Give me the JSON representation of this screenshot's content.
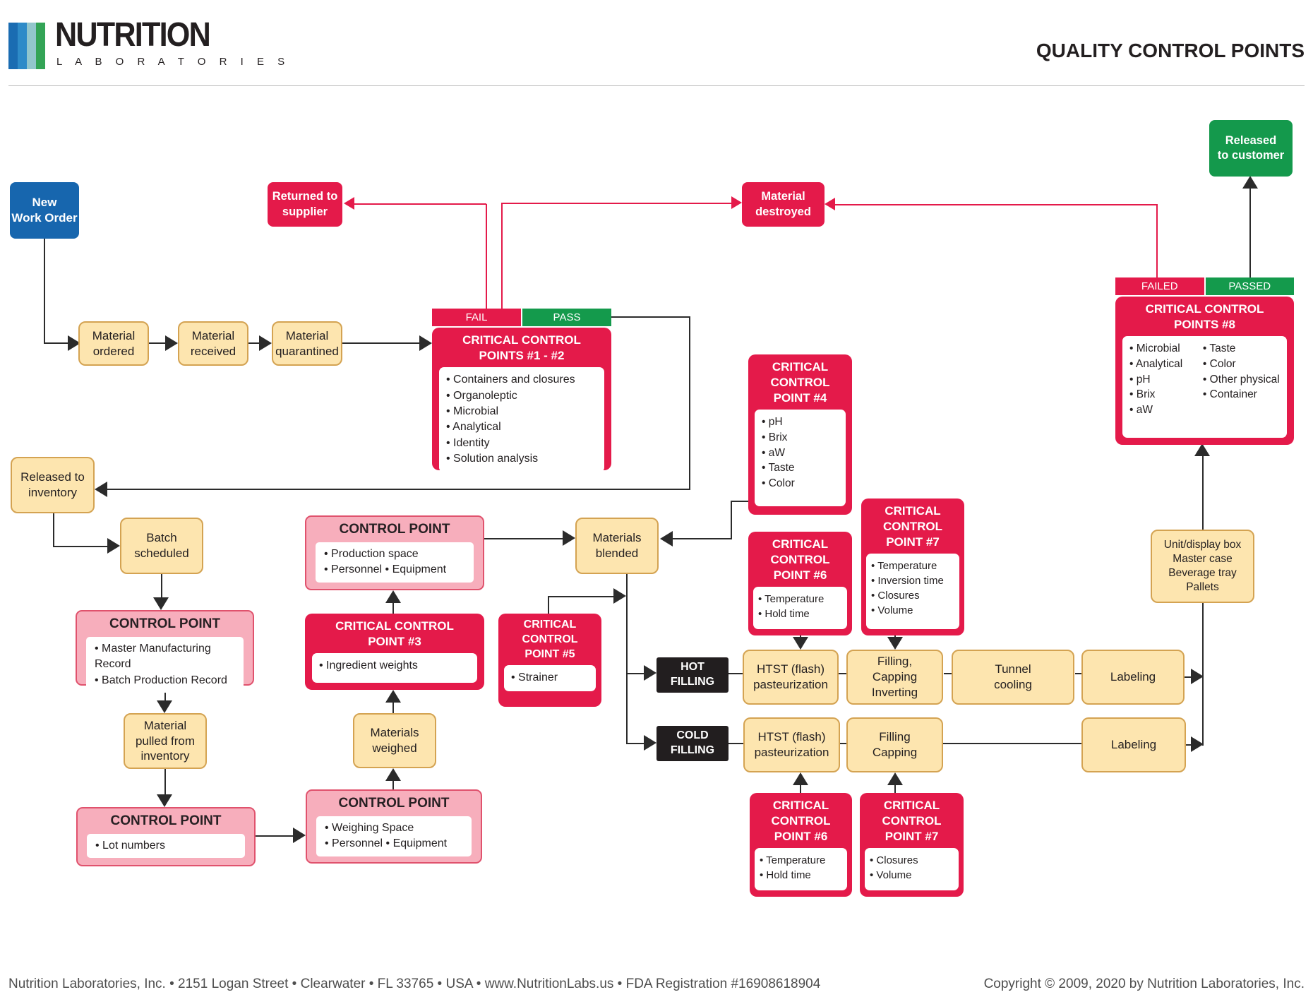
{
  "header": {
    "brand_name": "NUTRITION",
    "brand_sub": "L A B O R A T O R I E S",
    "title": "QUALITY CONTROL POINTS",
    "logo_bar_colors": [
      "#1a6cb2",
      "#2e8bc8",
      "#92c6cc",
      "#33a456"
    ]
  },
  "footer": {
    "left": "Nutrition Laboratories, Inc. • 2151 Logan Street • Clearwater • FL 33765 • USA • www.NutritionLabs.us • FDA Registration #16908618904",
    "right": "Copyright © 2009, 2020 by Nutrition Laboratories, Inc."
  },
  "colors": {
    "crimson": "#e41a4a",
    "green": "#14994c",
    "blue": "#1766ae",
    "tan_fill": "#fde5af",
    "tan_border": "#d4a352",
    "pink_fill": "#f7aebc",
    "pink_border": "#e0526d",
    "black_box": "#221e1f",
    "line": "#2b2b2b"
  },
  "nodes": {
    "new_work_order": {
      "label": "New\nWork Order"
    },
    "returned_to_supplier": {
      "label": "Returned to\nsupplier"
    },
    "material_destroyed": {
      "label": "Material\ndestroyed"
    },
    "released_to_customer": {
      "label": "Released\nto customer"
    },
    "material_ordered": {
      "label": "Material\nordered"
    },
    "material_received": {
      "label": "Material\nreceived"
    },
    "material_quarantined": {
      "label": "Material\nquarantined"
    },
    "ccp12": {
      "fail": "FAIL",
      "pass": "PASS",
      "title": "CRITICAL CONTROL\nPOINTS #1 - #2",
      "items": [
        "Containers and closures",
        "Organoleptic",
        "Microbial",
        "Analytical",
        "Identity",
        "Solution analysis"
      ]
    },
    "ccp8": {
      "failed": "FAILED",
      "passed": "PASSED",
      "title": "CRITICAL CONTROL\nPOINTS #8",
      "items_left": [
        "Microbial",
        "Analytical",
        "pH",
        "Brix",
        "aW"
      ],
      "items_right": [
        "Taste",
        "Color",
        "Other physical",
        "Container"
      ]
    },
    "released_to_inventory": {
      "label": "Released to\ninventory"
    },
    "batch_scheduled": {
      "label": "Batch\nscheduled"
    },
    "cp_manufacturing": {
      "title": "CONTROL POINT",
      "items": [
        "Master Manufacturing Record",
        "Batch Production Record"
      ]
    },
    "material_pulled": {
      "label": "Material\npulled from\ninventory"
    },
    "cp_lot": {
      "title": "CONTROL POINT",
      "items": [
        "Lot numbers"
      ]
    },
    "cp_weighing": {
      "title": "CONTROL POINT",
      "items": [
        "Weighing Space",
        "Personnel • Equipment"
      ]
    },
    "materials_weighed": {
      "label": "Materials\nweighed"
    },
    "ccp3": {
      "title": "CRITICAL CONTROL\nPOINT #3",
      "items": [
        "Ingredient weights"
      ]
    },
    "cp_production": {
      "title": "CONTROL POINT",
      "items": [
        "Production space",
        "Personnel • Equipment"
      ]
    },
    "materials_blended": {
      "label": "Materials\nblended"
    },
    "ccp5": {
      "title": "CRITICAL\nCONTROL\nPOINT #5",
      "items": [
        "Strainer"
      ]
    },
    "ccp4": {
      "title": "CRITICAL\nCONTROL\nPOINT #4",
      "items": [
        "pH",
        "Brix",
        "aW",
        "Taste",
        "Color"
      ]
    },
    "ccp6_upper": {
      "title": "CRITICAL\nCONTROL\nPOINT #6",
      "items": [
        "Temperature",
        "Hold time"
      ]
    },
    "ccp7_upper": {
      "title": "CRITICAL\nCONTROL\nPOINT #7",
      "items": [
        "Temperature",
        "Inversion time",
        "Closures",
        "Volume"
      ]
    },
    "hot_filling": {
      "label": "HOT\nFILLING"
    },
    "cold_filling": {
      "label": "COLD\nFILLING"
    },
    "htst_hot": {
      "label": "HTST (flash)\npasteurization"
    },
    "filling_capping_inverting": {
      "label": "Filling,\nCapping\nInverting"
    },
    "tunnel_cooling": {
      "label": "Tunnel\ncooling"
    },
    "labeling_hot": {
      "label": "Labeling"
    },
    "htst_cold": {
      "label": "HTST (flash)\npasteurization"
    },
    "filling_capping": {
      "label": "Filling\nCapping"
    },
    "labeling_cold": {
      "label": "Labeling"
    },
    "unit_display": {
      "label": "Unit/display box\nMaster case\nBeverage tray\nPallets"
    },
    "ccp6_lower": {
      "title": "CRITICAL\nCONTROL\nPOINT #6",
      "items": [
        "Temperature",
        "Hold time"
      ]
    },
    "ccp7_lower": {
      "title": "CRITICAL\nCONTROL\nPOINT #7",
      "items": [
        "Closures",
        "Volume"
      ]
    }
  }
}
